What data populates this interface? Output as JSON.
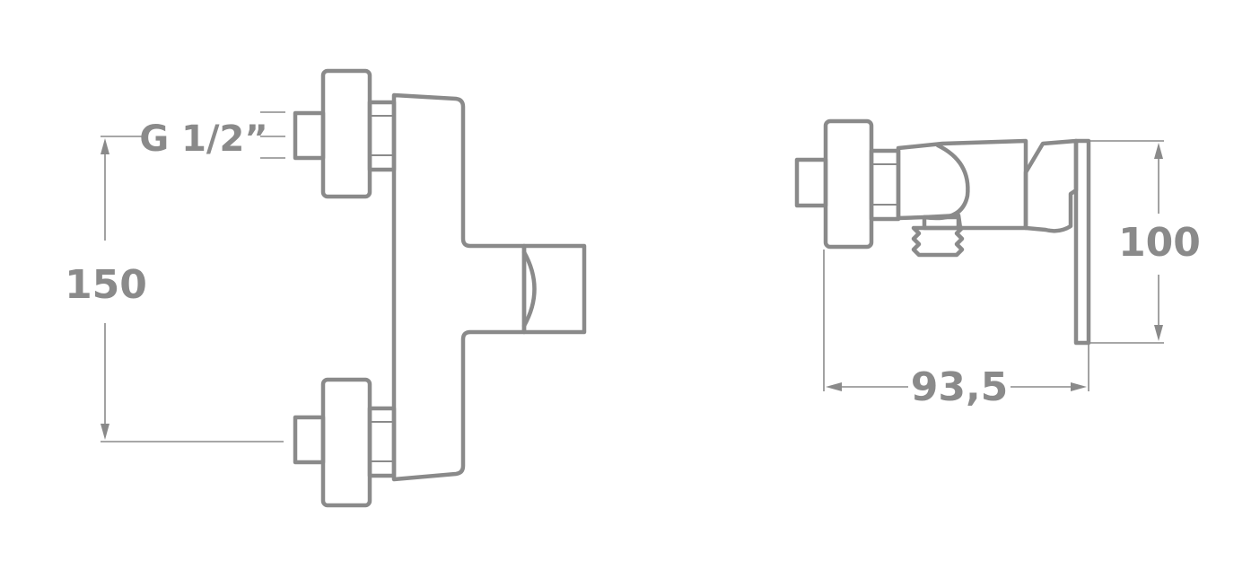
{
  "dimensions": {
    "thread": "G 1/2”",
    "inlet_spacing": "150",
    "height": "100",
    "depth": "93,5"
  },
  "colors": {
    "line": "#8a8a8a",
    "background": "#ffffff"
  }
}
